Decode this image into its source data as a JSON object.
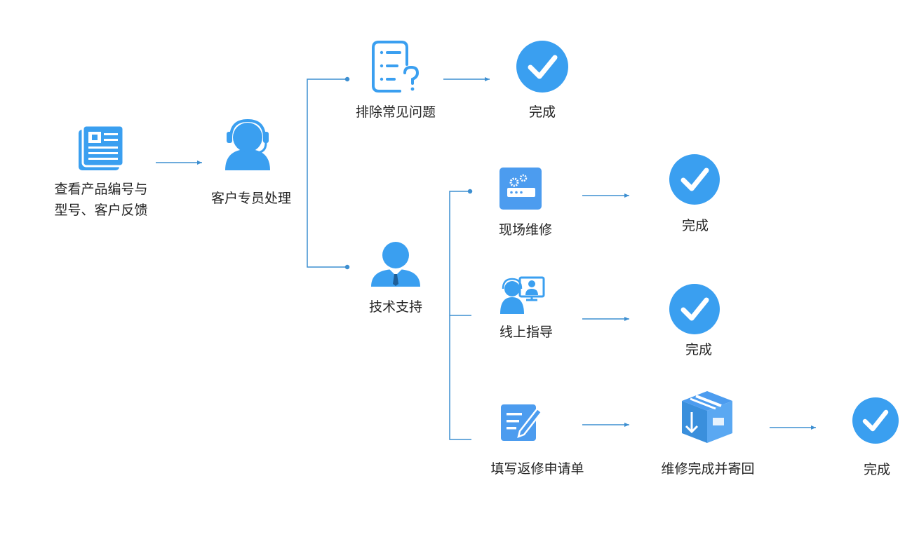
{
  "colors": {
    "primary": "#3a9ff0",
    "line": "#3d8fd1",
    "icon_tile": "#4c9cef",
    "text": "#222222"
  },
  "nodes": {
    "check_product": {
      "label_line1": "查看产品编号与",
      "label_line2": "型号、客户反馈",
      "icon": "newspaper-icon"
    },
    "customer_rep": {
      "label": "客户专员处理",
      "icon": "headset-agent-icon"
    },
    "troubleshoot": {
      "label": "排除常见问题",
      "icon": "checklist-question-icon"
    },
    "tech_support": {
      "label": "技术支持",
      "icon": "business-person-icon"
    },
    "onsite_repair": {
      "label": "现场维修",
      "icon": "router-gear-icon"
    },
    "online_guide": {
      "label": "线上指导",
      "icon": "video-call-icon"
    },
    "repair_form": {
      "label": "填写返修申请单",
      "icon": "edit-form-icon"
    },
    "repair_return": {
      "label": "维修完成并寄回",
      "icon": "package-box-icon"
    }
  },
  "done": {
    "troubleshoot": "完成",
    "onsite": "完成",
    "online": "完成",
    "return": "完成"
  }
}
